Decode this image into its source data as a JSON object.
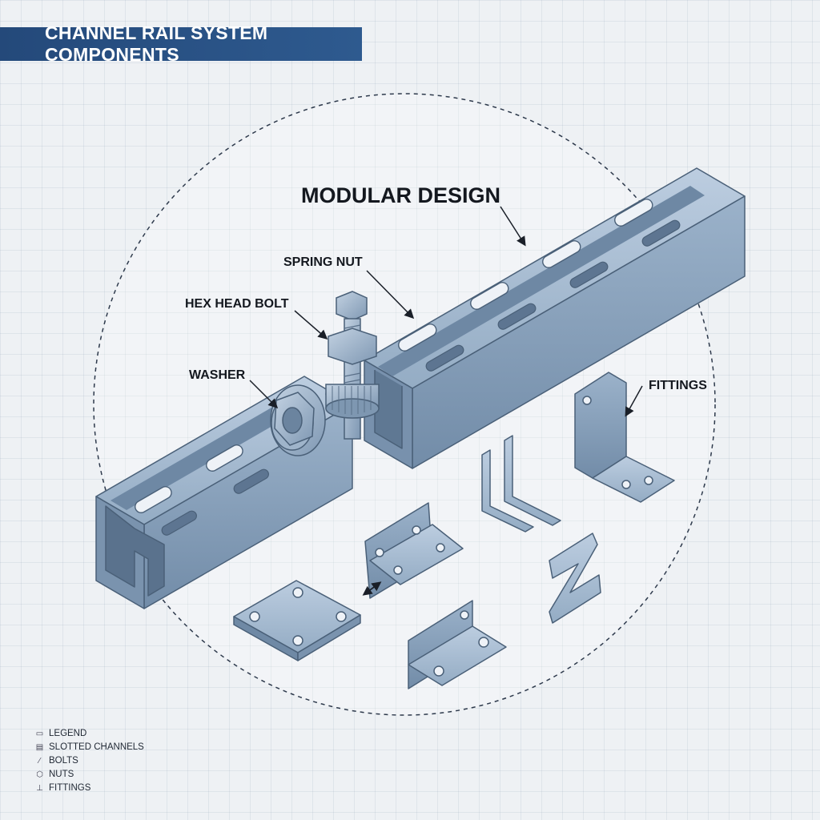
{
  "title": "CHANNEL RAIL SYSTEM COMPONENTS",
  "labels": {
    "modular_design": "MODULAR DESIGN",
    "spring_nut": "SPRING NUT",
    "hex_head_bolt": "HEX HEAD BOLT",
    "washer": "WASHER",
    "fittings": "FITTINGS"
  },
  "legend": {
    "heading": "LEGEND",
    "items": [
      {
        "label": "SLOTTED CHANNELS",
        "icon": "channel-icon"
      },
      {
        "label": "BOLTS",
        "icon": "bolt-icon"
      },
      {
        "label": "NUTS",
        "icon": "nut-icon"
      },
      {
        "label": "FITTINGS",
        "icon": "fitting-icon"
      }
    ]
  },
  "colors": {
    "banner": "#24497a",
    "steel": "#8fa8c2",
    "steel_dark": "#6f8aa6",
    "steel_light": "#b4c7da"
  }
}
